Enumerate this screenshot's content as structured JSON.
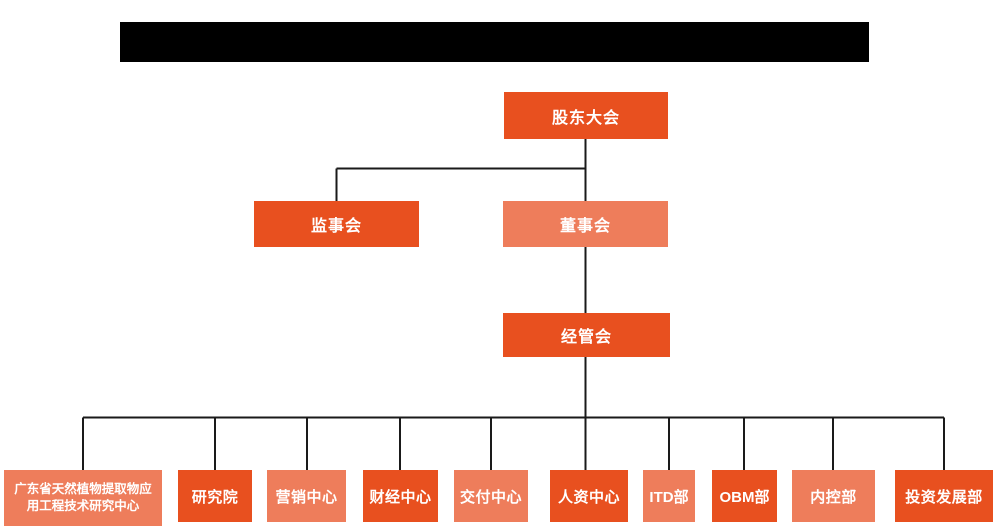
{
  "colors": {
    "primary_orange": "#e8501f",
    "light_orange": "#ee7d5b",
    "connector_line": "#1a1a1a",
    "redaction_bar": "#000000",
    "node_text": "#ffffff",
    "background": "#ffffff"
  },
  "org_chart": {
    "level1": {
      "shareholders_meeting": "股东大会"
    },
    "level2": {
      "supervisory_board": "监事会",
      "board_of_directors": "董事会"
    },
    "level3": {
      "management_committee": "经管会"
    },
    "level4": [
      {
        "label": "广东省天然植物提取物应用工程技术研究中心"
      },
      {
        "label": "研究院"
      },
      {
        "label": "营销中心"
      },
      {
        "label": "财经中心"
      },
      {
        "label": "交付中心"
      },
      {
        "label": "人资中心"
      },
      {
        "label": "ITD部"
      },
      {
        "label": "OBM部"
      },
      {
        "label": "内控部"
      },
      {
        "label": "投资发展部"
      }
    ]
  }
}
